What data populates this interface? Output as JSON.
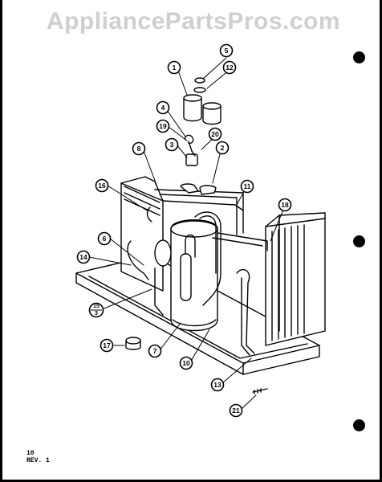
{
  "watermark": "AppliancePartsPros.com",
  "page_ref": {
    "page": "10",
    "revision": "REV. 1"
  },
  "callouts": {
    "c1": "1",
    "c2": "2",
    "c3": "3",
    "c4": "4",
    "c5": "5",
    "c6": "6",
    "c7": "7",
    "c8": "8",
    "c10": "10",
    "c11": "11",
    "c12": "12",
    "c13": "13",
    "c14": "14",
    "c15_top": "15",
    "c15_bottom": "3",
    "c16": "16",
    "c17": "17",
    "c18": "18",
    "c19": "19",
    "c20": "20",
    "c21": "21"
  },
  "colors": {
    "line": "#000000",
    "watermark": "#cfcfcf",
    "background": "#ffffff"
  }
}
